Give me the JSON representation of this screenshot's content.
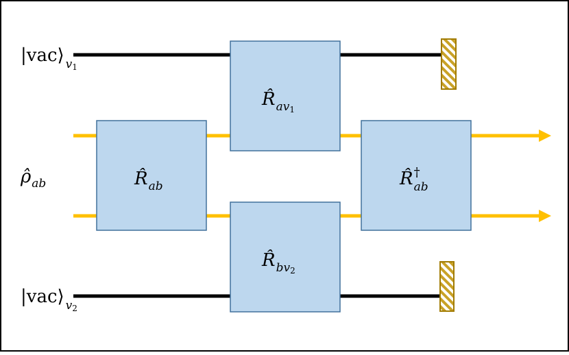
{
  "colors": {
    "box_fill": "#BDD7EE",
    "box_stroke": "#41719C",
    "optical_line": "#FFC000",
    "vacuum_line": "#000000",
    "terminator_fill": "#C9A227",
    "terminator_stroke": "#A17B00",
    "frame": "#000000"
  },
  "inputs": {
    "vac1": {
      "ket": "|vac⟩",
      "sub": "v",
      "sub2": "1"
    },
    "vac2": {
      "ket": "|vac⟩",
      "sub": "v",
      "sub2": "2"
    },
    "rho": {
      "symbol": "ρ̂",
      "sub": "ab"
    }
  },
  "boxes": {
    "r_ab": {
      "symbol": "R̂",
      "sub": "ab"
    },
    "r_av1": {
      "symbol": "R̂",
      "sub": "av",
      "sub2": "1"
    },
    "r_bv2": {
      "symbol": "R̂",
      "sub": "bv",
      "sub2": "2"
    },
    "r_ab_dagger": {
      "symbol": "R̂",
      "sup": "†",
      "sub": "ab"
    }
  },
  "terminators": [
    "hatched-stop",
    "hatched-stop"
  ],
  "output_arrows": [
    "arrow-right-icon",
    "arrow-right-icon"
  ]
}
